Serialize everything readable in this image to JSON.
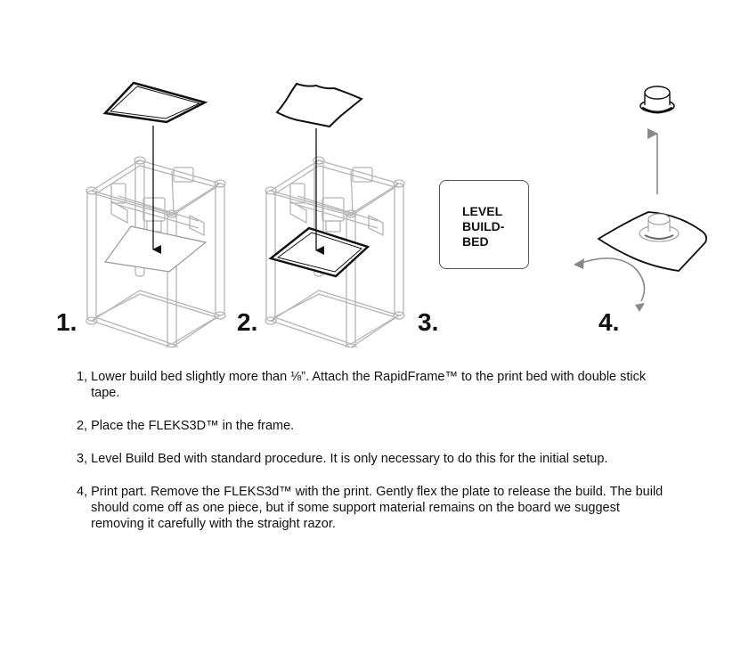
{
  "steps": [
    {
      "number": "1."
    },
    {
      "number": "2."
    },
    {
      "number": "3."
    },
    {
      "number": "4."
    }
  ],
  "level_box": {
    "text": "LEVEL\nBUILD-\nBED"
  },
  "instructions": [
    {
      "num": "1, ",
      "text": "Lower build bed slightly more than ⅛”. Attach the RapidFrame™ to the print bed with double stick tape."
    },
    {
      "num": "2, ",
      "text": "Place the FLEKS3D™ in the frame."
    },
    {
      "num": "3, ",
      "text": "Level Build Bed with standard procedure. It is only necessary to do this for the initial setup."
    },
    {
      "num": "4, ",
      "text": "Print part. Remove the FLEKS3d™ with the print. Gently flex the plate to release the build. The build should come off as one piece, but if some support material remains on the board we suggest removing it carefully with the straight razor."
    }
  ]
}
